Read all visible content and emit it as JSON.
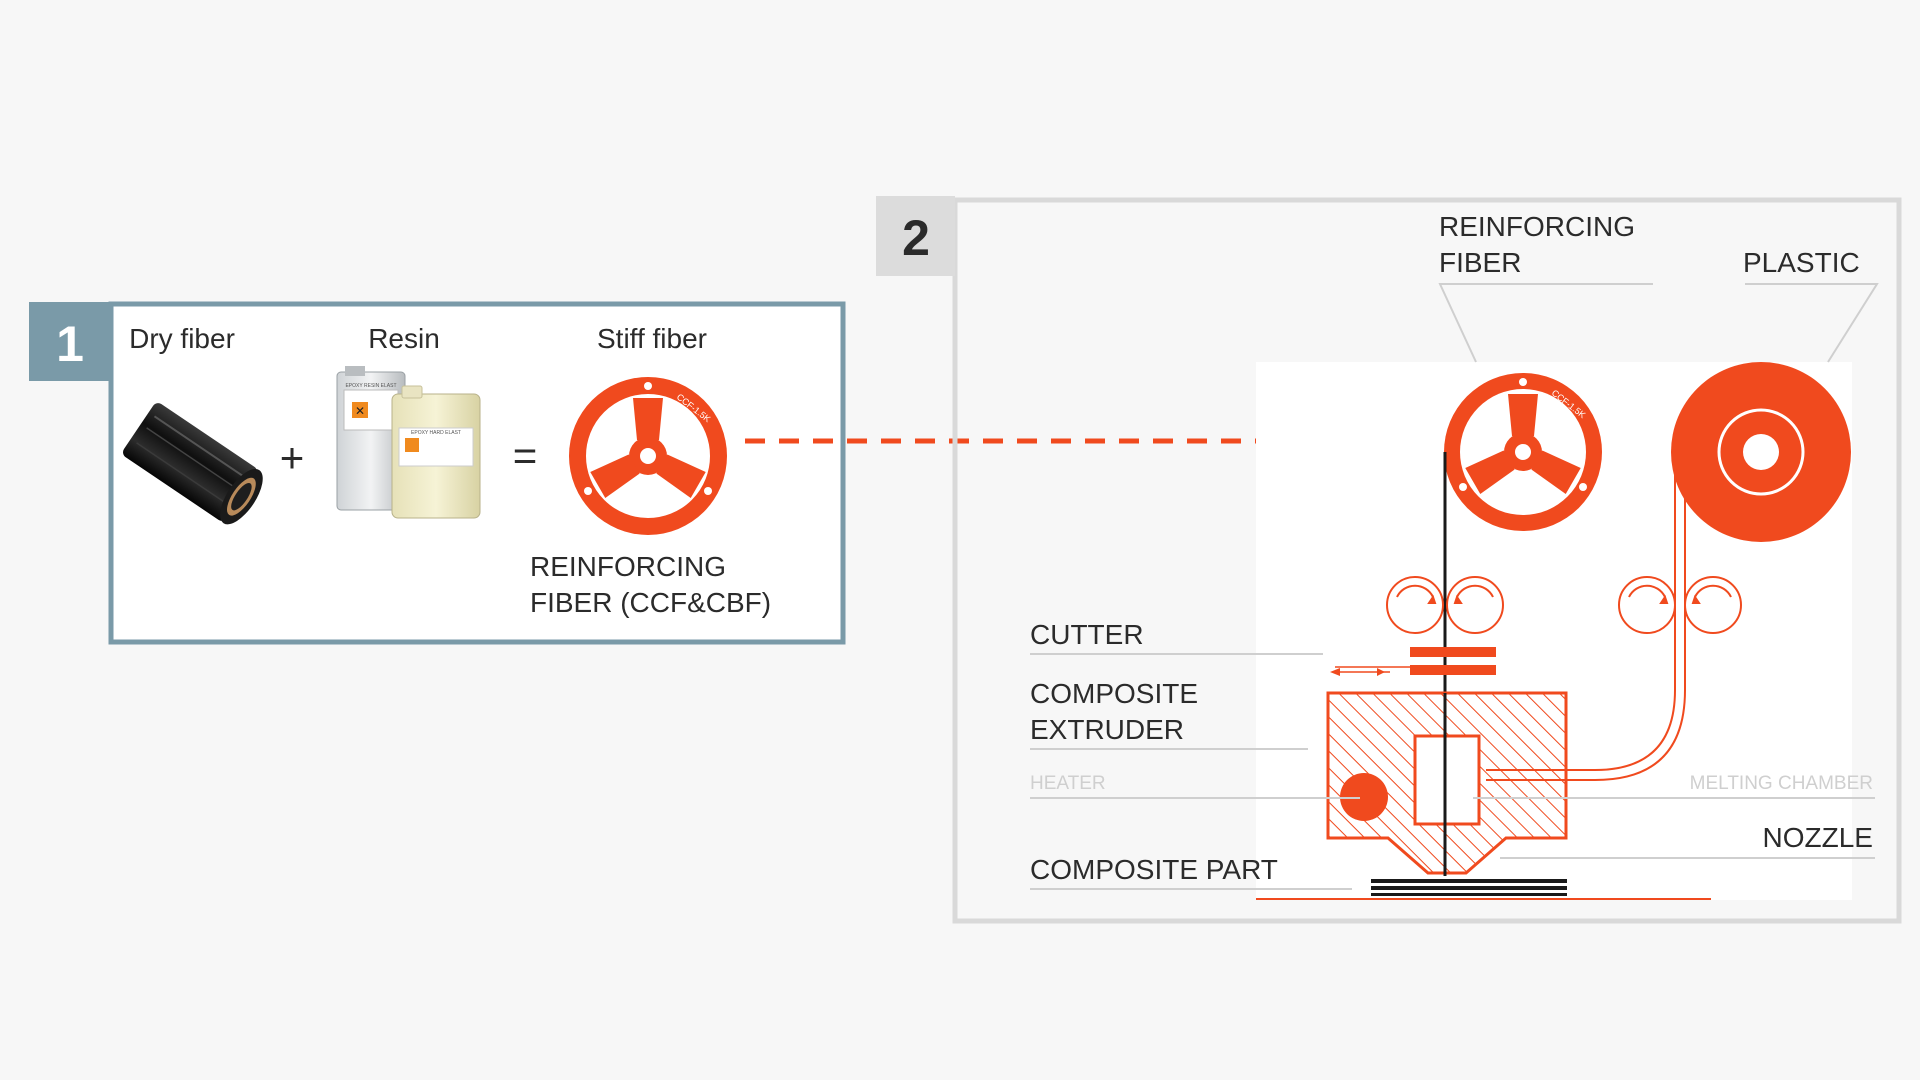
{
  "panel1": {
    "number": "1",
    "dry_fiber_label": "Dry fiber",
    "resin_label": "Resin",
    "stiff_fiber_label": "Stiff fiber",
    "plus": "+",
    "equals": "=",
    "reinforcing_line1": "REINFORCING",
    "reinforcing_line2": "FIBER (CCF&CBF)",
    "resin_can_a_label": "EPOXY RESIN ELAST",
    "resin_can_b_label": "EPOXY HARD ELAST",
    "spool_text": "CCF-1.5K"
  },
  "panel2": {
    "number": "2",
    "reinforcing_line1": "REINFORCING",
    "reinforcing_line2": "FIBER",
    "plastic": "PLASTIC",
    "cutter": "CUTTER",
    "composite_line1": "COMPOSITE",
    "composite_line2": "EXTRUDER",
    "heater": "HEATER",
    "melting_chamber": "MELTING CHAMBER",
    "nozzle": "NOZZLE",
    "composite_part": "COMPOSITE PART",
    "spool_text": "CCF-1.5K"
  },
  "colors": {
    "accent": "#f04a1e",
    "panel1_border": "#7a9aa8",
    "panel2_border": "#d9d9d9",
    "label_text": "#2b2b2b",
    "light_label": "#cfcfcf"
  },
  "icons": {
    "dry_fiber": "carbon-fiber-roll-icon",
    "resin": "resin-canister-icon",
    "stiff_fiber": "fiber-spool-icon",
    "plastic": "plastic-spool-icon"
  }
}
